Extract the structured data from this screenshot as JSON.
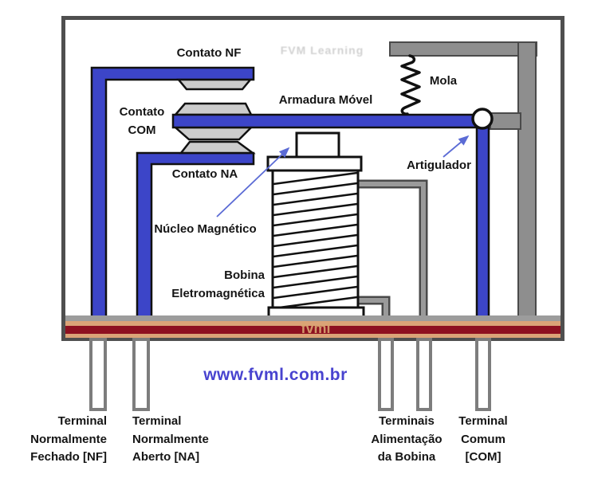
{
  "colors": {
    "conductor-blue": "#3c45c8",
    "metal-gray": "#8e8e8e",
    "metal-gray-edge": "#4a4a4a",
    "case-border": "#4f4f4f",
    "pad-gray": "#cccccc",
    "base-red": "#8e1020",
    "base-tan": "#dba377",
    "base-gray": "#9c9c9c",
    "terminal-gray": "#7d7d7d",
    "label-black": "#151515",
    "arrow-blue": "#5b6bd5",
    "link-blue": "#4843cf",
    "watermark-gray": "#c6c6c6",
    "watermark-tan": "#d9a671"
  },
  "labels": {
    "contato_nf": "Contato NF",
    "contato_com_line1": "Contato",
    "contato_com_line2": "COM",
    "contato_na": "Contato NA",
    "armadura": "Armadura Móvel",
    "mola": "Mola",
    "artigulador": "Artigulador",
    "nucleo": "Núcleo Magnético",
    "bobina_line1": "Bobina",
    "bobina_line2": "Eletromagnética"
  },
  "watermarks": {
    "top": "FVM Learning",
    "base": "fvml",
    "website": "www.fvml.com.br"
  },
  "terminals": [
    {
      "id": "nf",
      "lines": [
        "Terminal",
        "Normalmente",
        "Fechado [NF]"
      ]
    },
    {
      "id": "na",
      "lines": [
        "Terminal",
        "Normalmente",
        "Aberto [NA]"
      ]
    },
    {
      "id": "coil",
      "lines": [
        "Terminais",
        "Alimentação",
        "da Bobina"
      ]
    },
    {
      "id": "com",
      "lines": [
        "Terminal",
        "Comum",
        "[COM]"
      ]
    }
  ]
}
